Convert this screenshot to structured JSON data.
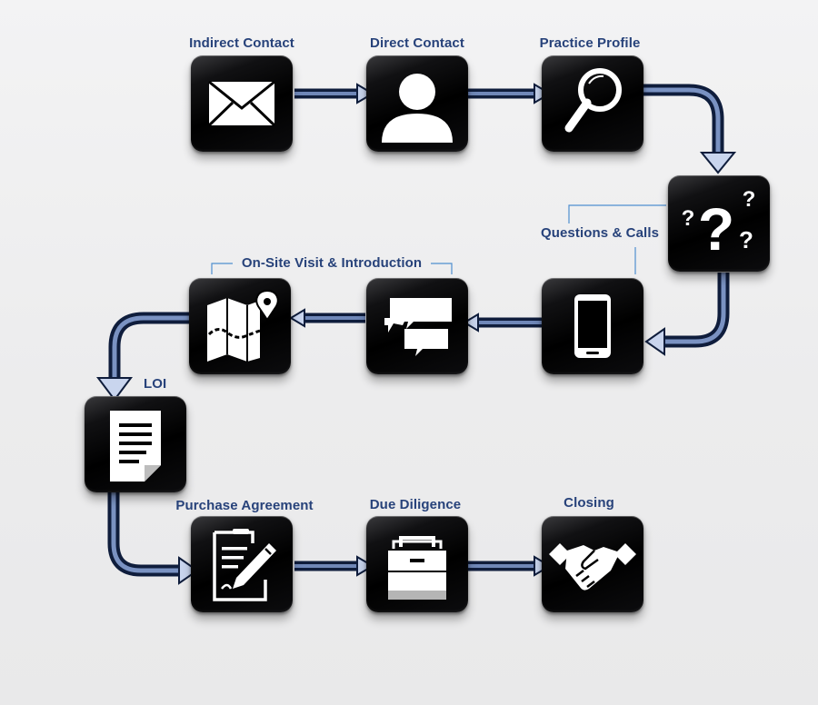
{
  "colors": {
    "label": "#27427a",
    "arrow_dark": "#0f1d3c",
    "arrow_light": "#7a92c2",
    "bracket": "#4f8fcf",
    "tile": "#000000"
  },
  "steps": [
    {
      "label": "Indirect Contact",
      "icon": "envelope-icon"
    },
    {
      "label": "Direct Contact",
      "icon": "person-icon"
    },
    {
      "label": "Practice Profile",
      "icon": "magnifier-icon"
    },
    {
      "label": "Questions & Calls",
      "icon": "question-marks-icon"
    },
    {
      "label": "",
      "icon": "smartphone-icon"
    },
    {
      "label": "",
      "icon": "chat-bubbles-icon"
    },
    {
      "label": "On-Site Visit & Introduction",
      "icon": "map-pin-icon"
    },
    {
      "label": "LOI",
      "icon": "document-icon"
    },
    {
      "label": "Purchase Agreement",
      "icon": "contract-pen-icon"
    },
    {
      "label": "Due Diligence",
      "icon": "file-cabinet-icon"
    },
    {
      "label": "Closing",
      "icon": "handshake-icon"
    }
  ]
}
